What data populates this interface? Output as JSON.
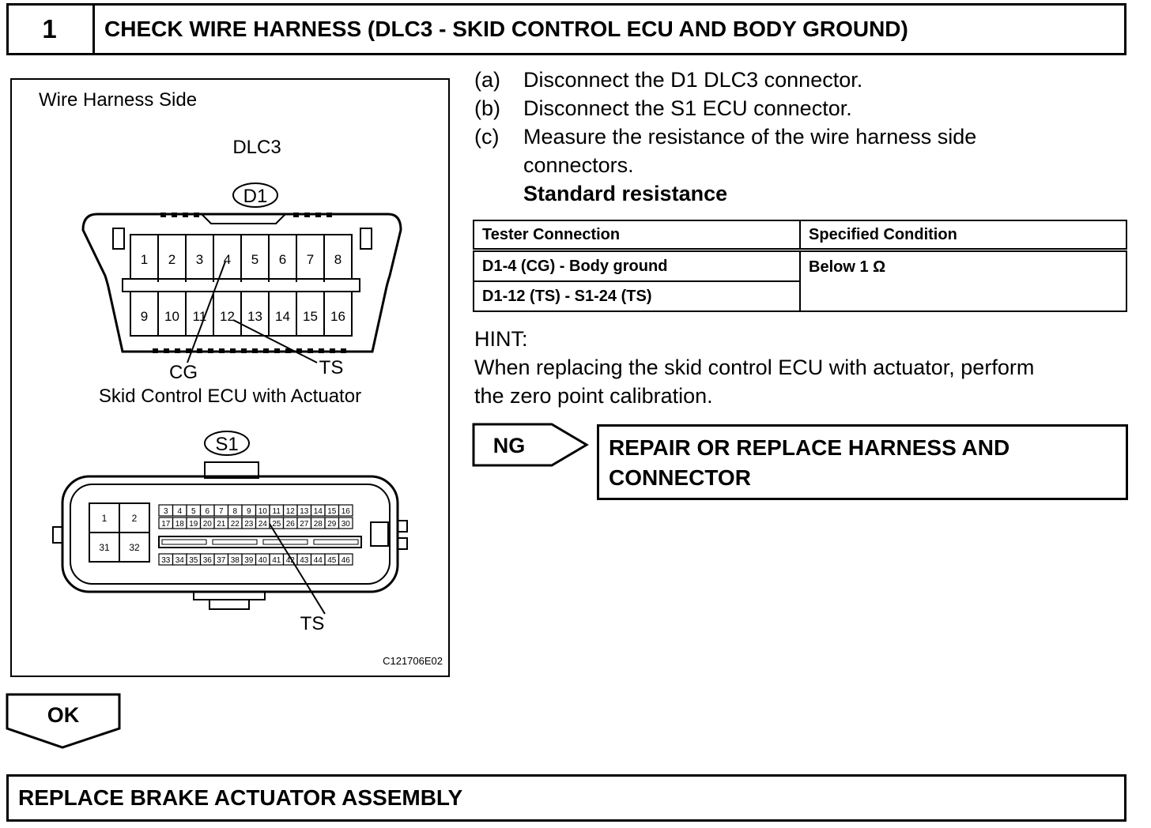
{
  "step": {
    "number": "1",
    "title": "CHECK WIRE HARNESS (DLC3 - SKID CONTROL ECU AND BODY GROUND)"
  },
  "diagram": {
    "side_label": "Wire Harness Side",
    "dlc3_label": "DLC3",
    "dlc3_connector": "D1",
    "dlc3_pins_top": [
      "1",
      "2",
      "3",
      "4",
      "5",
      "6",
      "7",
      "8"
    ],
    "dlc3_pins_bottom": [
      "9",
      "10",
      "11",
      "12",
      "13",
      "14",
      "15",
      "16"
    ],
    "cg_label": "CG",
    "ts_label_dlc3": "TS",
    "ecu_label": "Skid Control ECU with Actuator",
    "ecu_connector": "S1",
    "ecu_pins_big": [
      "1",
      "2",
      "31",
      "32"
    ],
    "ecu_pins_row1": [
      "3",
      "4",
      "5",
      "6",
      "7",
      "8",
      "9",
      "10",
      "11",
      "12",
      "13",
      "14",
      "15",
      "16"
    ],
    "ecu_pins_row2": [
      "17",
      "18",
      "19",
      "20",
      "21",
      "22",
      "23",
      "24",
      "25",
      "26",
      "27",
      "28",
      "29",
      "30"
    ],
    "ecu_pins_row3": [
      "33",
      "34",
      "35",
      "36",
      "37",
      "38",
      "39",
      "40",
      "41",
      "42",
      "43",
      "44",
      "45",
      "46"
    ],
    "ts_label_ecu": "TS",
    "figure_id": "C121706E02"
  },
  "instructions": [
    {
      "label": "(a)",
      "text": "Disconnect the D1 DLC3 connector."
    },
    {
      "label": "(b)",
      "text": "Disconnect the S1 ECU connector."
    },
    {
      "label": "(c)",
      "text": "Measure the resistance of the wire harness side",
      "text2": "connectors."
    }
  ],
  "standard_heading": "Standard resistance",
  "table": {
    "headers": [
      "Tester Connection",
      "Specified Condition"
    ],
    "rows": [
      "D1-4 (CG) - Body ground",
      "D1-12 (TS) - S1-24 (TS)"
    ],
    "condition": "Below 1 Ω"
  },
  "hint": {
    "label": "HINT:",
    "line1": "When replacing the skid control ECU with actuator, perform",
    "line2": "the zero point calibration."
  },
  "ng": {
    "label": "NG",
    "action_line1": "REPAIR OR REPLACE HARNESS AND",
    "action_line2": "CONNECTOR"
  },
  "ok": {
    "label": "OK",
    "action": "REPLACE BRAKE ACTUATOR ASSEMBLY"
  }
}
